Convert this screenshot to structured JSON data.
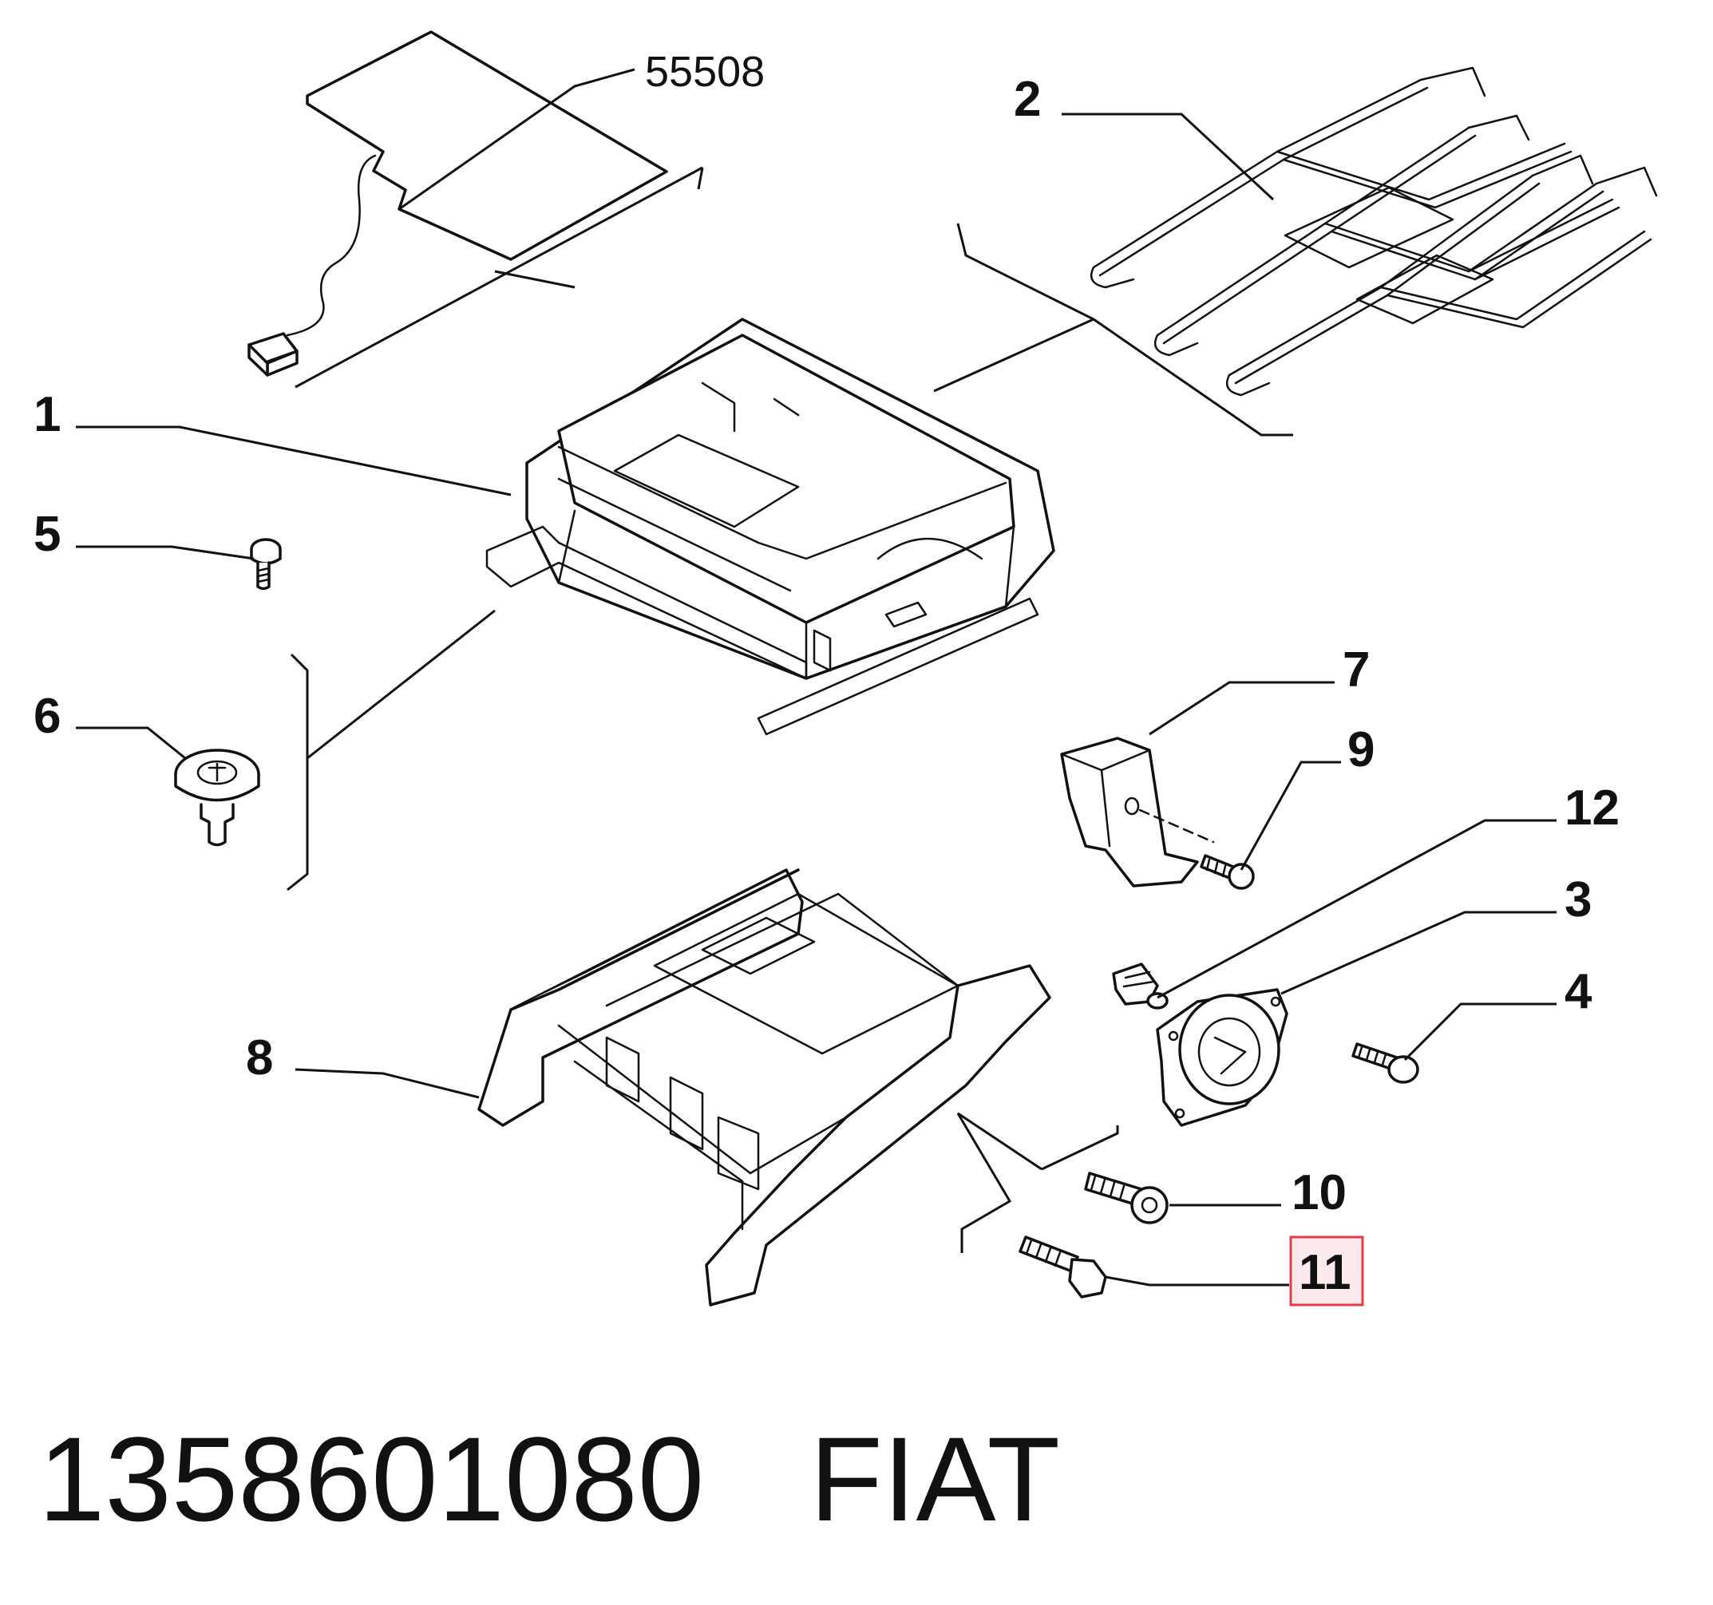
{
  "callouts": {
    "c55508": "55508",
    "c1": "1",
    "c2": "2",
    "c3": "3",
    "c4": "4",
    "c5": "5",
    "c6": "6",
    "c7": "7",
    "c8": "8",
    "c9": "9",
    "c10": "10",
    "c11": "11",
    "c12": "12"
  },
  "highlighted_callout": "11",
  "colors": {
    "line": "#111111",
    "highlight_fill": "#fbe9ec",
    "highlight_border": "#e23c4c"
  },
  "footer": {
    "part_number": "1358601080",
    "brand": "FIAT"
  }
}
